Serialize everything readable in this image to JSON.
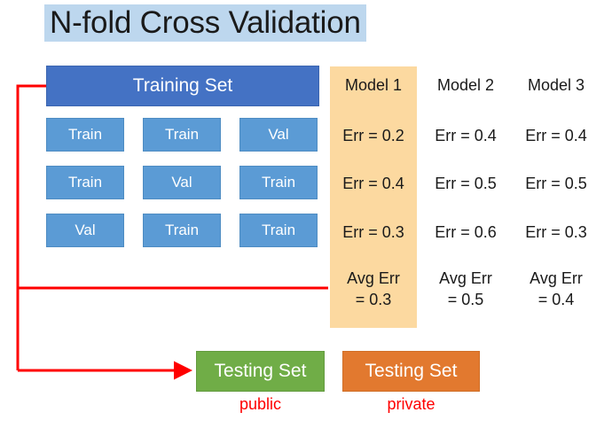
{
  "title": "N-fold Cross Validation",
  "training": {
    "label": "Training Set",
    "folds": [
      [
        "Train",
        "Train",
        "Val"
      ],
      [
        "Train",
        "Val",
        "Train"
      ],
      [
        "Val",
        "Train",
        "Train"
      ]
    ]
  },
  "models": [
    {
      "name": "Model 1",
      "errors": [
        "Err = 0.2",
        "Err = 0.4",
        "Err = 0.3"
      ],
      "avg_label": "Avg Err",
      "avg_value": "= 0.3",
      "highlighted": true
    },
    {
      "name": "Model 2",
      "errors": [
        "Err = 0.4",
        "Err = 0.5",
        "Err = 0.6"
      ],
      "avg_label": "Avg Err",
      "avg_value": "= 0.5",
      "highlighted": false
    },
    {
      "name": "Model 3",
      "errors": [
        "Err = 0.4",
        "Err = 0.5",
        "Err = 0.3"
      ],
      "avg_label": "Avg Err",
      "avg_value": "= 0.4",
      "highlighted": false
    }
  ],
  "testing": {
    "public": {
      "label": "Testing Set",
      "caption": "public"
    },
    "private": {
      "label": "Testing Set",
      "caption": "private"
    }
  },
  "colors": {
    "title_highlight": "#BDD7EE",
    "training_bar": "#4472C4",
    "fold_cell": "#5B9BD5",
    "model_highlight": "#FCD9A0",
    "testing_public": "#70AD47",
    "testing_private": "#E2792F",
    "connector": "#FF0000",
    "caption_text": "#FF0000"
  }
}
